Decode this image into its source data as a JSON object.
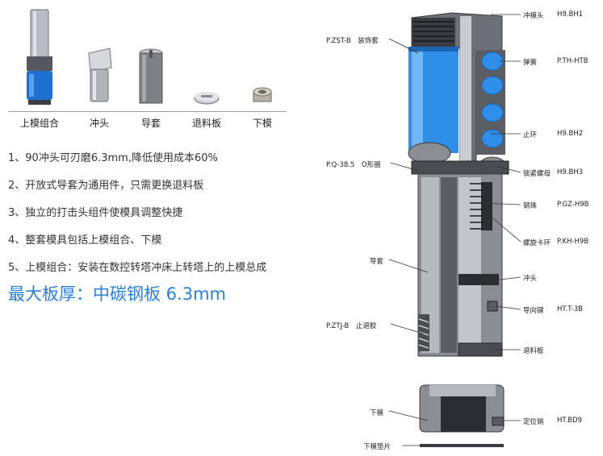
{
  "parts": {
    "labels": [
      "上模组合",
      "冲头",
      "导套",
      "退料板",
      "下模"
    ]
  },
  "features": [
    "1、90冲头可刃磨6.3mm,降低使用成本60%",
    "2、开放式导套为通用件，只需更换退料板",
    "3、独立的打击头组件使模具调整快捷",
    "4、整套模具包括上模组合、下模",
    "5、上模组合：安装在数控转塔冲床上转塔上的上模总成"
  ],
  "headline": "最大板厚：中碳钢板 6.3mm",
  "diagram": {
    "left_labels": {
      "zst": "P.ZST-B　装饰套",
      "oring": "P.Q-38.5　O形圈",
      "guide": "导套",
      "ztj": "P.ZTJ-B　止退胶",
      "lower_die": "下模",
      "lower_pad": "下模垫片"
    },
    "right_labels": {
      "punch_head": "冲模头",
      "spring": "弹簧",
      "stop_ring": "止环",
      "lock_nut": "锁紧螺母",
      "steel_ball": "钢珠",
      "screw_clip": "螺旋卡环",
      "punch": "冲头",
      "guide_key": "导向键",
      "stripper": "退料板",
      "locating_pin": "定位销"
    },
    "codes": {
      "punch_head": "H9.BH1",
      "spring": "P.TH-HTB",
      "stop_ring": "H9.BH2",
      "lock_nut": "H9.BH3",
      "steel_ball": "P.GZ-H9B",
      "screw_clip": "P.KH-H9B",
      "guide_key": "HT.T-3B",
      "locating_pin": "HT.BD9"
    },
    "colors": {
      "blue_sleeve": "#2e8ee8",
      "steel": "#8a8d92",
      "dark_steel": "#3a3c40"
    }
  }
}
